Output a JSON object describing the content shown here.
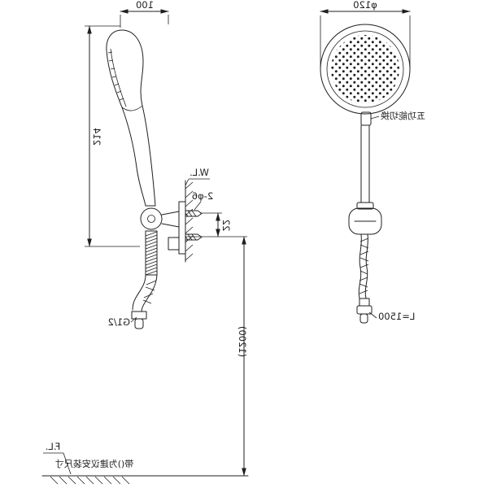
{
  "colors": {
    "line": "#1f1f1f",
    "background": "#ffffff"
  },
  "front_view": {
    "diameter_label": "φ120",
    "switch_label": "五功能切换",
    "hose_length_label": "L=1500"
  },
  "side_view": {
    "width_label": "100",
    "height_label": "214",
    "wall_label": "W.L.",
    "holes_label": "2-φ6",
    "hole_spacing_label": "22",
    "install_height_label": "(1200)",
    "thread_label": "G1/2",
    "floor_label": "F.L.",
    "floor_note": "带()为建议安装尺寸"
  }
}
